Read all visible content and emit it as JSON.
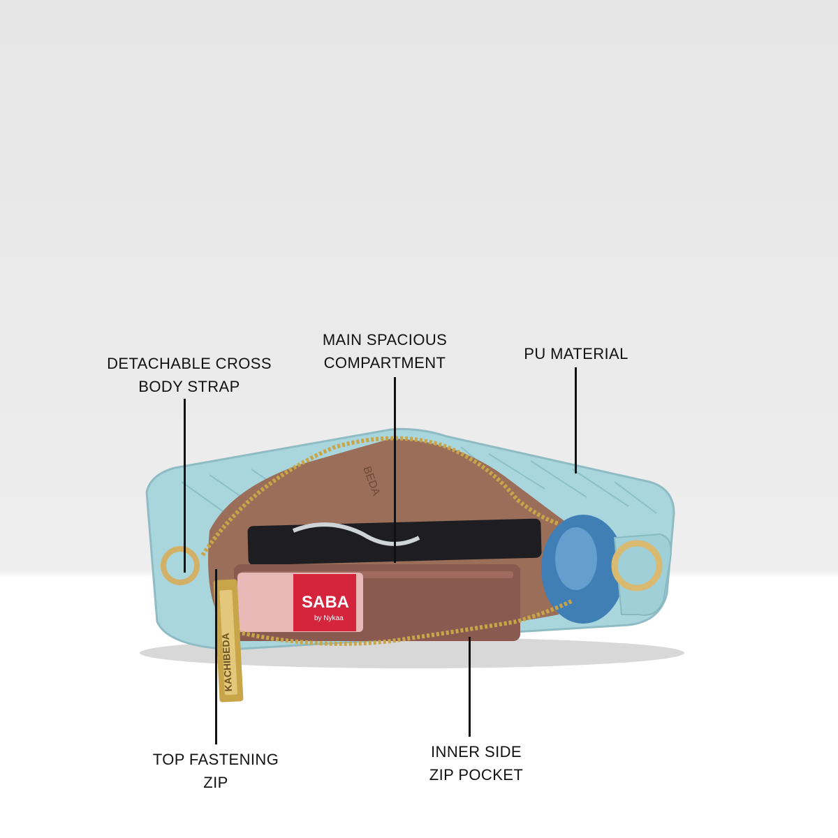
{
  "callouts": [
    {
      "id": "strap",
      "lines": [
        "DETACHABLE CROSS",
        "BODY STRAP"
      ]
    },
    {
      "id": "compartment",
      "lines": [
        "MAIN SPACIOUS",
        "COMPARTMENT"
      ]
    },
    {
      "id": "material",
      "lines": [
        "PU MATERIAL"
      ]
    },
    {
      "id": "zip",
      "lines": [
        "TOP FASTENING",
        "ZIP"
      ]
    },
    {
      "id": "pocket",
      "lines": [
        "INNER SIDE",
        "ZIP POCKET"
      ]
    }
  ],
  "product_colors": {
    "bag_body": "#a9d6dd",
    "lining": "#9a6e58",
    "zipper": "#c9a54a",
    "wallet": "#8a5a50"
  },
  "branding": {
    "tag": "KACHIBEDA",
    "lining_print": "BEDA",
    "sticker_brand": "SABA",
    "sticker_sub": "by Nykaa"
  }
}
